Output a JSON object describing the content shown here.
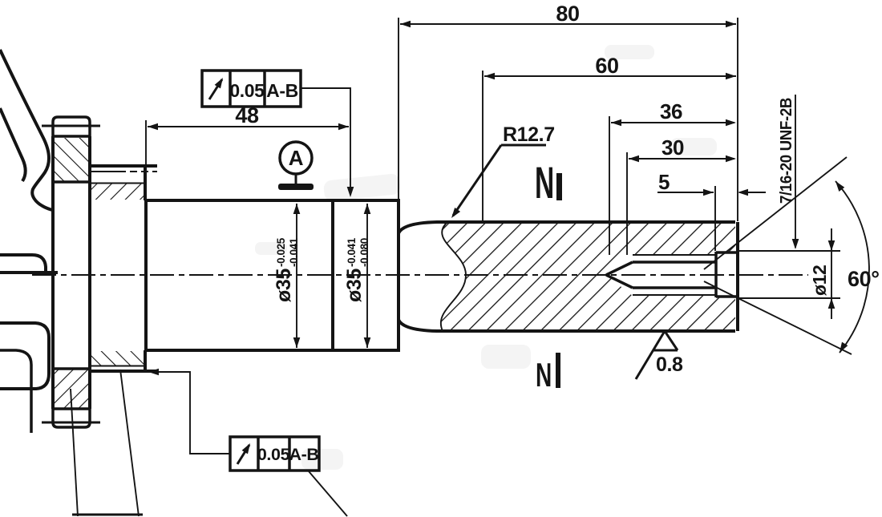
{
  "drawing": {
    "dims": {
      "d80": "80",
      "d60": "60",
      "d48": "48",
      "d36": "36",
      "d30": "30",
      "d5": "5"
    },
    "labels": {
      "fillet": "R12.7",
      "thread": "7/16-20 UNF-2B",
      "bore_dia": "ø12",
      "angle": "60°",
      "roughness": "0.8",
      "datum": "A",
      "mark": "N"
    },
    "tol": {
      "j1": {
        "dia": "ø35",
        "up": "-0.025",
        "lo": "-0.041"
      },
      "j2": {
        "dia": "ø35",
        "up": "-0.041",
        "lo": "-0.080"
      }
    },
    "fcf": {
      "value": "0.05",
      "datums": "A-B"
    },
    "colors": {
      "line": "#141414",
      "background": "#ffffff"
    }
  }
}
